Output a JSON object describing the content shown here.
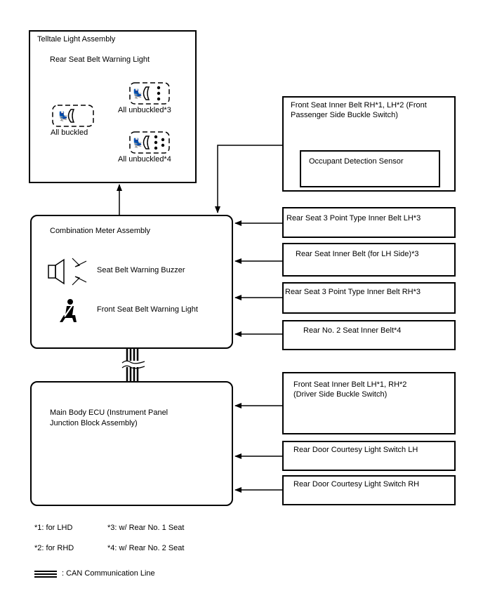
{
  "telltale": {
    "title": "Telltale Light Assembly",
    "subtitle": "Rear Seat Belt Warning Light",
    "all_buckled": "All buckled",
    "all_unbuckled_3": "All unbuckled*3",
    "all_unbuckled_4": "All unbuckled*4"
  },
  "front_seat_rh_lh": {
    "line1": "Front Seat Inner Belt RH*1, LH*2 (Front",
    "line2": "Passenger Side Buckle Switch)",
    "occupant": "Occupant Detection Sensor"
  },
  "combination_meter": {
    "title": "Combination Meter Assembly",
    "buzzer": "Seat Belt Warning Buzzer",
    "warning_light": "Front Seat Belt Warning Light"
  },
  "inputs": {
    "rear3pt_lh": "Rear Seat 3 Point Type Inner Belt LH*3",
    "rear_inner_lh": "Rear Seat Inner Belt (for LH Side)*3",
    "rear3pt_rh": "Rear Seat 3 Point Type Inner Belt RH*3",
    "rear_no2": "Rear No. 2 Seat Inner Belt*4",
    "front_lh_rh_line1": "Front Seat Inner Belt LH*1, RH*2",
    "front_lh_rh_line2": "(Driver Side Buckle Switch)",
    "door_lh": "Rear Door Courtesy Light Switch LH",
    "door_rh": "Rear Door Courtesy Light Switch RH"
  },
  "main_body": {
    "line1": "Main Body ECU (Instrument Panel",
    "line2": "Junction Block Assembly)"
  },
  "notes": {
    "n1": "*1: for LHD",
    "n2": "*2: for RHD",
    "n3": "*3: w/ Rear No. 1 Seat",
    "n4": "*4: w/ Rear No. 2 Seat",
    "can": ": CAN Communication Line"
  }
}
